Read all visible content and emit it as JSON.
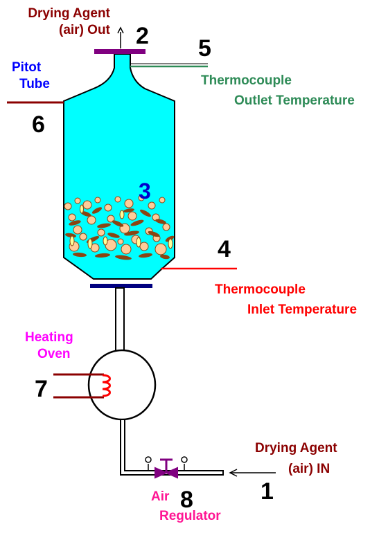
{
  "labels": {
    "drying_out_line1": "Drying Agent",
    "drying_out_line2": "(air) Out",
    "pitot_line1": "Pitot",
    "pitot_line2": "Tube",
    "tc_out_line1": "Thermocouple",
    "tc_out_line2": "Outlet Temperature",
    "tc_in_line1": "Thermocouple",
    "tc_in_line2": "Inlet Temperature",
    "heating_line1": "Heating",
    "heating_line2": "Oven",
    "drying_in_line1": "Drying Agent",
    "drying_in_line2": "(air) IN",
    "air_line1": "Air",
    "air_line2": "Regulator"
  },
  "numbers": {
    "n1": "1",
    "n2": "2",
    "n3": "3",
    "n4": "4",
    "n5": "5",
    "n6": "6",
    "n7": "7",
    "n8": "8"
  },
  "colors": {
    "vessel_fill": "#00FFFF",
    "particle_fill": "#FFCC99",
    "particle_dark": "#8B4513",
    "particle_yellow": "#FFFF99",
    "maroon": "#8B0000",
    "green": "#2E8B57",
    "red": "#FF0000",
    "blue": "#0000FF",
    "magenta": "#FF00FF",
    "purple": "#800080",
    "navy": "#000080"
  }
}
